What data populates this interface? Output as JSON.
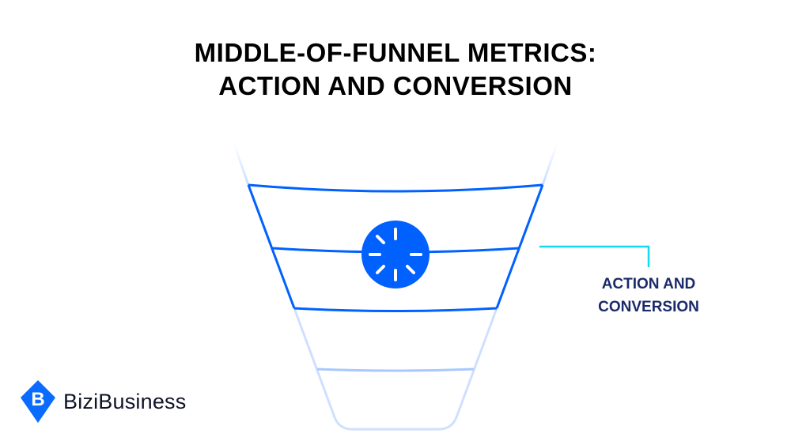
{
  "title": {
    "line1": "MIDDLE-OF-FUNNEL METRICS:",
    "line2": "ACTION AND CONVERSION"
  },
  "callout": {
    "line1": "ACTION AND",
    "line2": "CONVERSION"
  },
  "brand": {
    "name": "BiziBusiness",
    "logo_letter": "B"
  },
  "colors": {
    "primary": "#0061fe",
    "faint": "#c9dcff",
    "connector": "#16d8f0",
    "label": "#1b2a6b"
  },
  "icons": {
    "center": "loading-spinner-icon"
  }
}
